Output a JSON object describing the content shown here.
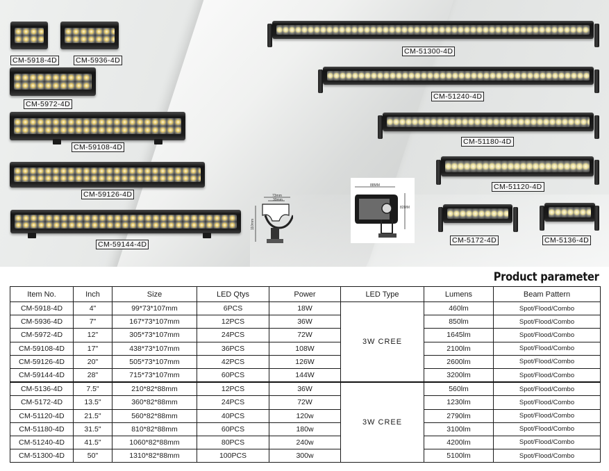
{
  "page_title": "Product parameter",
  "models_left": [
    {
      "label": "CM-5918-4D"
    },
    {
      "label": "CM-5936-4D"
    },
    {
      "label": "CM-5972-4D"
    },
    {
      "label": "CM-59108-4D"
    },
    {
      "label": "CM-59126-4D"
    },
    {
      "label": "CM-59144-4D"
    }
  ],
  "models_right": [
    {
      "label": "CM-51300-4D"
    },
    {
      "label": "CM-51240-4D"
    },
    {
      "label": "CM-51180-4D"
    },
    {
      "label": "CM-51120-4D"
    },
    {
      "label": "CM-5172-4D"
    },
    {
      "label": "CM-5136-4D"
    }
  ],
  "diagram_small": {
    "width": "73mm",
    "inner": "30mm",
    "height": "110mm"
  },
  "diagram_large": {
    "width": "88MM",
    "height": "82MM"
  },
  "table": {
    "headers": [
      "Item No.",
      "Inch",
      "Size",
      "LED Qtys",
      "Power",
      "LED Type",
      "Lumens",
      "Beam Pattern"
    ],
    "led_type_group1": "3W CREE",
    "led_type_group2": "3W CREE",
    "rows": [
      {
        "item": "CM-5918-4D",
        "inch": "4\"",
        "size": "99*73*107mm",
        "qty": "6PCS",
        "power": "18W",
        "lumens": "460lm",
        "beam": "Spot/Flood/Combo"
      },
      {
        "item": "CM-5936-4D",
        "inch": "7\"",
        "size": "167*73*107mm",
        "qty": "12PCS",
        "power": "36W",
        "lumens": "850lm",
        "beam": "Spot/Flood/Combo"
      },
      {
        "item": "CM-5972-4D",
        "inch": "12\"",
        "size": "305*73*107mm",
        "qty": "24PCS",
        "power": "72W",
        "lumens": "1645lm",
        "beam": "Spot/Flood/Combo"
      },
      {
        "item": "CM-59108-4D",
        "inch": "17\"",
        "size": "438*73*107mm",
        "qty": "36PCS",
        "power": "108W",
        "lumens": "2100lm",
        "beam": "Spot/Flood/Combo"
      },
      {
        "item": "CM-59126-4D",
        "inch": "20\"",
        "size": "505*73*107mm",
        "qty": "42PCS",
        "power": "126W",
        "lumens": "2600lm",
        "beam": "Spot/Flood/Combo"
      },
      {
        "item": "CM-59144-4D",
        "inch": "28\"",
        "size": "715*73*107mm",
        "qty": "60PCS",
        "power": "144W",
        "lumens": "3200lm",
        "beam": "Spot/Flood/Combo"
      },
      {
        "item": "CM-5136-4D",
        "inch": "7.5\"",
        "size": "210*82*88mm",
        "qty": "12PCS",
        "power": "36W",
        "lumens": "560lm",
        "beam": "Spot/Flood/Combo"
      },
      {
        "item": "CM-5172-4D",
        "inch": "13.5\"",
        "size": "360*82*88mm",
        "qty": "24PCS",
        "power": "72W",
        "lumens": "1230lm",
        "beam": "Spot/Flood/Combo"
      },
      {
        "item": "CM-51120-4D",
        "inch": "21.5\"",
        "size": "560*82*88mm",
        "qty": "40PCS",
        "power": "120w",
        "lumens": "2790lm",
        "beam": "Spot/Flood/Combo"
      },
      {
        "item": "CM-51180-4D",
        "inch": "31.5\"",
        "size": "810*82*88mm",
        "qty": "60PCS",
        "power": "180w",
        "lumens": "3100lm",
        "beam": "Spot/Flood/Combo"
      },
      {
        "item": "CM-51240-4D",
        "inch": "41.5\"",
        "size": "1060*82*88mm",
        "qty": "80PCS",
        "power": "240w",
        "lumens": "4200lm",
        "beam": "Spot/Flood/Combo"
      },
      {
        "item": "CM-51300-4D",
        "inch": "50\"",
        "size": "1310*82*88mm",
        "qty": "100PCS",
        "power": "300w",
        "lumens": "5100lm",
        "beam": "Spot/Flood/Combo"
      }
    ]
  }
}
